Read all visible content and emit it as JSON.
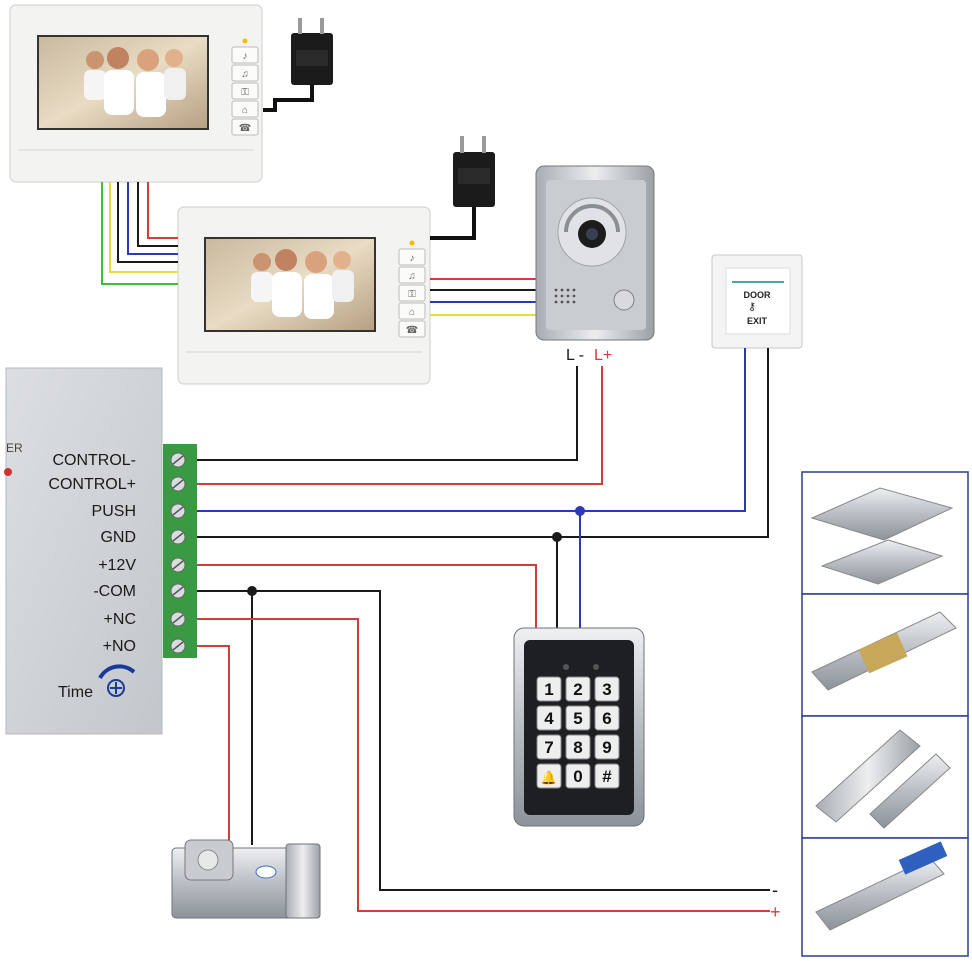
{
  "controller": {
    "terminals": [
      "CONTROL-",
      "CONTROL+",
      "PUSH",
      "GND",
      "+12V",
      "-COM",
      "+NC",
      "+NO"
    ],
    "time_label": "Time",
    "edge_label": "ER"
  },
  "camera": {
    "minus_label": "L -",
    "plus_label": "L+"
  },
  "exit_button": {
    "line1": "DOOR",
    "line2": "EXIT"
  },
  "keypad": {
    "keys": [
      "1",
      "2",
      "3",
      "4",
      "5",
      "6",
      "7",
      "8",
      "9",
      "bell",
      "0",
      "#"
    ]
  },
  "power_output": {
    "minus": "-",
    "plus": "+"
  },
  "icons": {
    "monitor_buttons": [
      "bell-icon",
      "music-icon",
      "unlock-icon",
      "house-icon",
      "phone-icon"
    ]
  },
  "colors": {
    "red": "#d63b3b",
    "black": "#1a1a1a",
    "blue": "#2b39b5",
    "green": "#3fbf3f",
    "yellow": "#e6dc3a",
    "terminal_green": "#3a9a44",
    "frame_blue": "#2a3f8f"
  }
}
